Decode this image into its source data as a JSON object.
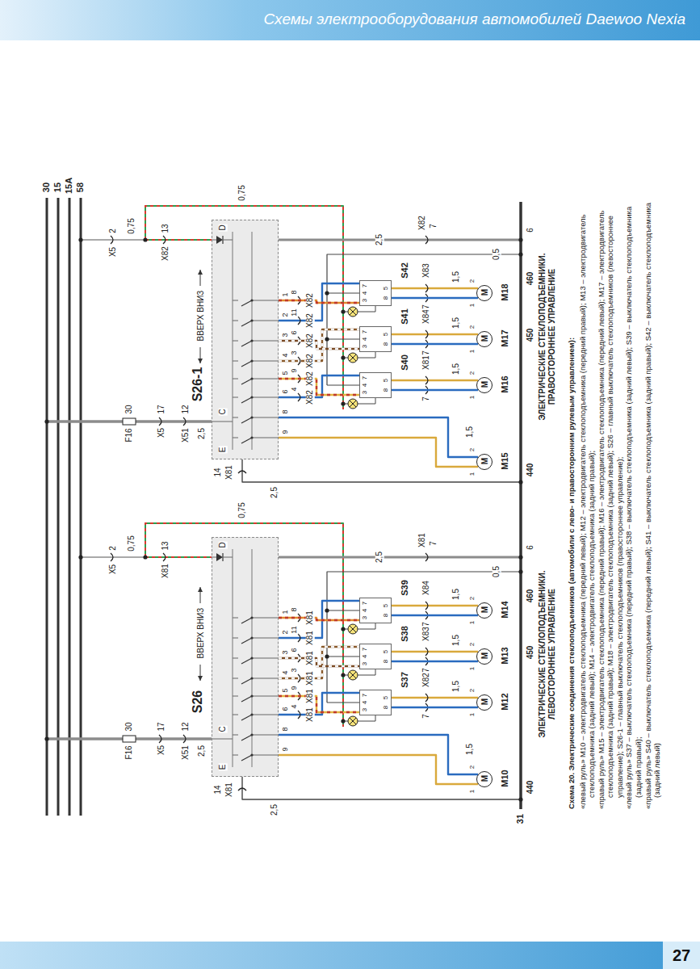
{
  "diagram": {
    "title": "Схемы электрооборудования автомобилей Daewoo Nexia",
    "caption": "Схема 20. Электрические соединения стеклоподъемников (автомобили с лево- и правосторонним рулевым управлением):",
    "nodes": [
      {
        "text": [
          "S26",
          "ВВЕРХ ВНИЗ"
        ]
      },
      {
        "text": [
          "M10",
          "M"
        ]
      },
      {
        "text": [
          "S37"
        ]
      },
      {
        "text": [
          "M12",
          "M"
        ]
      },
      {
        "text": [
          "S38"
        ]
      },
      {
        "text": [
          "M13",
          "M"
        ]
      },
      {
        "text": [
          "S39"
        ]
      },
      {
        "text": [
          "M14",
          "M"
        ]
      },
      {
        "text": [
          "S26-1",
          "ВВЕРХ ВНИЗ"
        ]
      },
      {
        "text": [
          "M15",
          "M"
        ]
      },
      {
        "text": [
          "S40"
        ]
      },
      {
        "text": [
          "M16",
          "M"
        ]
      },
      {
        "text": [
          "S41"
        ]
      },
      {
        "text": [
          "M17",
          "M"
        ]
      },
      {
        "text": [
          "S42"
        ]
      },
      {
        "text": [
          "M18",
          "M"
        ]
      }
    ],
    "edges": [
      {
        "from": 0,
        "to": 2,
        "arrow": "none"
      },
      {
        "from": 0,
        "to": 4,
        "arrow": "none"
      },
      {
        "from": 0,
        "to": 6,
        "arrow": "none"
      },
      {
        "from": 0,
        "to": 1,
        "arrow": "none"
      },
      {
        "from": 2,
        "to": 3,
        "arrow": "none"
      },
      {
        "from": 4,
        "to": 5,
        "arrow": "none"
      },
      {
        "from": 6,
        "to": 7,
        "arrow": "none"
      },
      {
        "from": 8,
        "to": 10,
        "arrow": "none"
      },
      {
        "from": 8,
        "to": 12,
        "arrow": "none"
      },
      {
        "from": 8,
        "to": 14,
        "arrow": "none"
      },
      {
        "from": 8,
        "to": 9,
        "arrow": "none"
      },
      {
        "from": 10,
        "to": 11,
        "arrow": "none"
      },
      {
        "from": 12,
        "to": 13,
        "arrow": "none"
      },
      {
        "from": 14,
        "to": 15,
        "arrow": "none"
      }
    ],
    "labels": [
      "30",
      "15",
      "15A",
      "58",
      "31",
      "X5",
      "2",
      "0,75",
      "X81",
      "13",
      "0,75",
      "F16",
      "30",
      "X5",
      "17",
      "X51",
      "12",
      "2,5",
      "C",
      "D",
      "E",
      "14",
      "X81",
      "2,5",
      "1",
      "2",
      "3",
      "4",
      "5",
      "6",
      "8",
      "9",
      "8",
      "11",
      "6",
      "3",
      "9",
      "4",
      "X81",
      "X81",
      "X81",
      "X81",
      "X81",
      "X81",
      "3",
      "4",
      "7",
      "8",
      "5",
      "3",
      "4",
      "7",
      "8",
      "5",
      "3",
      "4",
      "7",
      "8",
      "5",
      "X82",
      "7",
      "X83",
      "7",
      "X84",
      "7",
      "1,5",
      "1,5",
      "1,5",
      "1",
      "2",
      "1",
      "2",
      "1",
      "2",
      "1",
      "2",
      "1,5",
      "2,5",
      "X81",
      "7",
      "6",
      "0,5",
      "440",
      "450",
      "460",
      "ЭЛЕКТРИЧЕСКИЕ СТЕКЛОПОДЪЕМНИКИ. ЛЕВОСТОРОННЕЕ УПРАВЛЕНИЕ",
      "X5",
      "2",
      "0,75",
      "X82",
      "13",
      "0,75",
      "F16",
      "30",
      "X5",
      "17",
      "X51",
      "12",
      "2,5",
      "C",
      "D",
      "E",
      "14",
      "X81",
      "2,5",
      "1",
      "2",
      "3",
      "4",
      "5",
      "6",
      "8",
      "9",
      "8",
      "11",
      "6",
      "3",
      "9",
      "4",
      "X82",
      "X82",
      "X82",
      "X82",
      "X82",
      "X82",
      "3",
      "4",
      "7",
      "8",
      "5",
      "3",
      "4",
      "7",
      "8",
      "5",
      "3",
      "4",
      "7",
      "8",
      "5",
      "X81",
      "7",
      "X84",
      "7",
      "X83",
      "7",
      "1,5",
      "1,5",
      "1,5",
      "1",
      "2",
      "1",
      "2",
      "1",
      "2",
      "1",
      "2",
      "1,5",
      "2,5",
      "X82",
      "7",
      "6",
      "0,5",
      "440",
      "450",
      "460",
      "ЭЛЕКТРИЧЕСКИЕ СТЕКЛОПОДЪЕМНИКИ. ПРАВОСТОРОННЕЕ УПРАВЛЕНИЕ",
      "«левый руль» M10 – электродвигатель стеклоподъемника (передний левый); M12 – электродвигатель стеклоподъемника (передний правый); M13 – электродвигатель стеклоподъемника (задний левый); M14 – электродвигатель стеклоподъемника (задний правый);",
      "«правый руль» M15 – электродвигатель стеклоподъемника (передний правый); M16 – электродвигатель стеклоподъемника (передний левый); M17 – электродвигатель стеклоподъемника (задний правый); M18 – электродвигатель стеклоподъемника (задний левый); S26 – главный выключатель стеклоподъемников (левостороннее управление); S26-1 – главный выключатель стеклоподъемников (правостороннее управление);",
      "«левый руль» S37 – выключатель стеклоподъемника (передний правый); S38 – выключатель стеклоподъемника (задний левый); S39 – выключатель стеклоподъемника (задний правый);",
      "«правый руль» S40 – выключатель стеклоподъемника (передний левый); S41 – выключатель стеклоподъемника (задний правый); S42 – выключатель стеклоподъемника (задний левый)",
      "27"
    ]
  }
}
